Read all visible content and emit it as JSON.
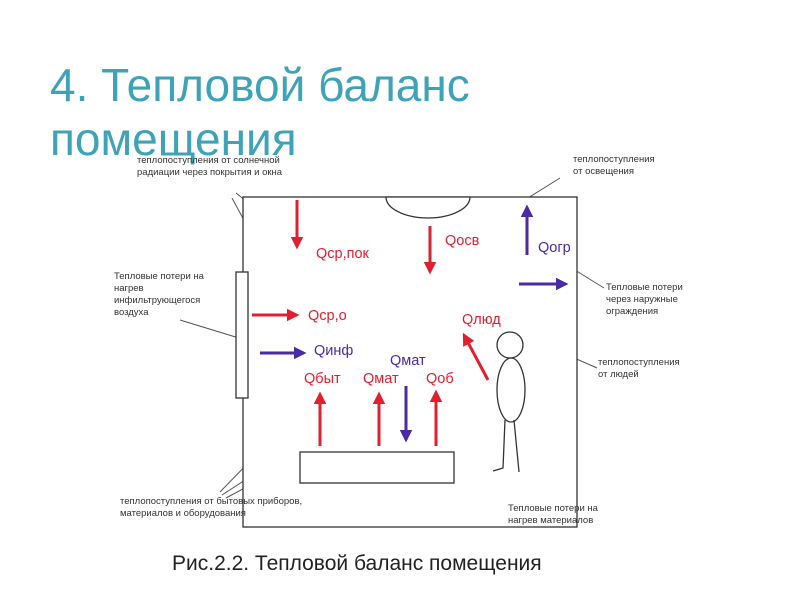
{
  "title": "4. Тепловой баланс\nпомещения",
  "caption": "Рис.2.2. Тепловой баланс помещения",
  "colors": {
    "title": "#3fa3b7",
    "heat_gain": "#e02030",
    "heat_loss": "#4a2aa8",
    "outline": "#333333"
  },
  "quantities": {
    "q_sr_pok": "Qср,пок",
    "q_osv": "Qосв",
    "q_ogr": "Qогр",
    "q_sr_o": "Qср,о",
    "q_inf": "Qинф",
    "q_lyud": "Qлюд",
    "q_mat_loss": "Qмат",
    "q_byt": "Qбыт",
    "q_mat_gain": "Qмат",
    "q_ob": "Qоб"
  },
  "callouts": {
    "solar": [
      "теплопоступления от солнечной",
      "радиации через покрытия и окна"
    ],
    "lighting": [
      "теплопоступления",
      "от освещения"
    ],
    "infiltration": [
      "Тепловые потери на",
      " нагрев",
      "инфильтрующегося",
      "воздуха"
    ],
    "enclosure": [
      "Тепловые потери",
      "через наружные",
      "ограждения"
    ],
    "people": [
      "теплопоступления",
      "от людей"
    ],
    "appliances": [
      "теплопоступления от бытовых приборов,",
      "материалов и оборудования"
    ],
    "materials": [
      "Тепловые потери на",
      "нагрев материалов"
    ]
  }
}
